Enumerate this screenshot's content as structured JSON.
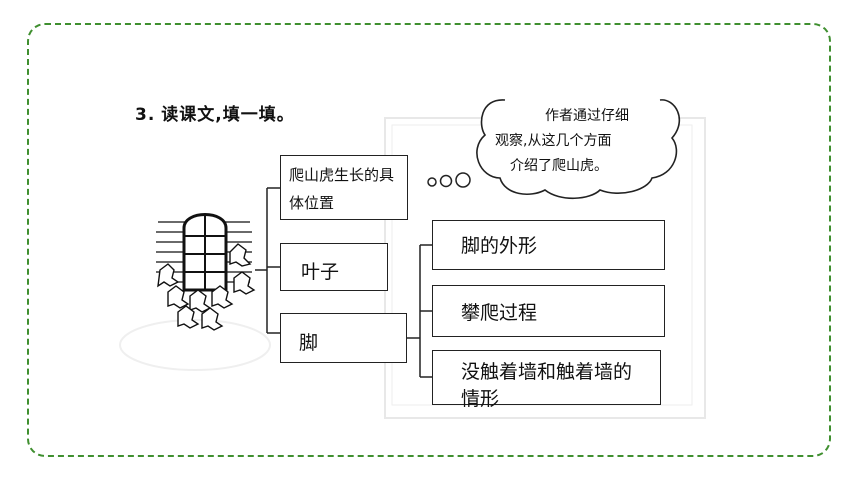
{
  "heading": {
    "number": "3.",
    "text": "读课文,填一填。"
  },
  "thought": {
    "line1": "作者通过仔细",
    "line2": "观察,从这几个方面",
    "line3": "介绍了爬山虎。"
  },
  "left_boxes": [
    {
      "text": "爬山虎生长的具体位置"
    },
    {
      "text": "叶子"
    },
    {
      "text": "脚"
    }
  ],
  "right_boxes": [
    {
      "text": "脚的外形"
    },
    {
      "text": "攀爬过程"
    },
    {
      "text": "没触着墙和触着墙的情形"
    }
  ],
  "colors": {
    "frame_border": "#3f8f2f",
    "line": "#222222"
  },
  "icons": [
    "window-icon",
    "ivy-leaves-icon",
    "thought-cloud-icon"
  ]
}
